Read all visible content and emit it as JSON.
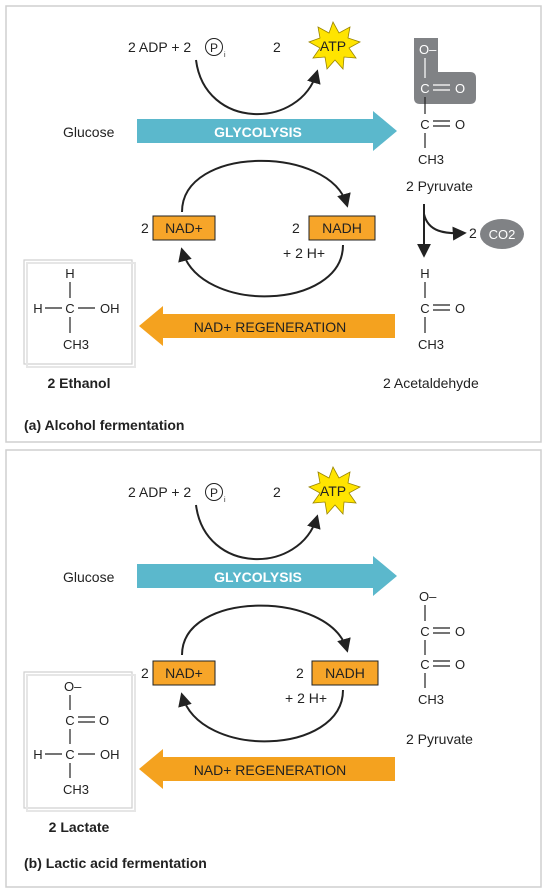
{
  "panel_a": {
    "caption": "(a) Alcohol fermentation",
    "adp_pi": "2 ADP + 2",
    "pi_symbol": "P",
    "pi_sub": "i",
    "atp_coef": "2",
    "atp": "ATP",
    "glucose": "Glucose",
    "glycolysis": "GLYCOLYSIS",
    "nad_coef": "2",
    "nad": "NAD+",
    "nadh_coef": "2",
    "nadh": "NADH",
    "h_plus": "+ 2 H+",
    "regeneration": "NAD+ REGENERATION",
    "pyruvate": "2 Pyruvate",
    "co2_coef": "2",
    "co2": "CO2",
    "acetaldehyde": "2 Acetaldehyde",
    "ethanol": "2 Ethanol",
    "chem": {
      "o_minus": "O–",
      "c": "C",
      "o": "O",
      "ch3": "CH3",
      "h": "H",
      "oh": "OH"
    }
  },
  "panel_b": {
    "caption": "(b) Lactic acid fermentation",
    "adp_pi": "2 ADP + 2",
    "pi_symbol": "P",
    "pi_sub": "i",
    "atp_coef": "2",
    "atp": "ATP",
    "glucose": "Glucose",
    "glycolysis": "GLYCOLYSIS",
    "nad_coef": "2",
    "nad": "NAD+",
    "nadh_coef": "2",
    "nadh": "NADH",
    "h_plus": "+ 2 H+",
    "regeneration": "NAD+ REGENERATION",
    "pyruvate": "2 Pyruvate",
    "lactate": "2 Lactate",
    "chem": {
      "o_minus": "O–",
      "c": "C",
      "o": "O",
      "ch3": "CH3",
      "h": "H",
      "oh": "OH"
    }
  },
  "colors": {
    "glycolysis_arrow": "#5bb8cc",
    "regeneration_arrow": "#f4a21f",
    "nad_box": "#f7a529",
    "atp_star": "#ffe400",
    "co2_bubble": "#808285",
    "panel_border": "#cfcfcf"
  }
}
